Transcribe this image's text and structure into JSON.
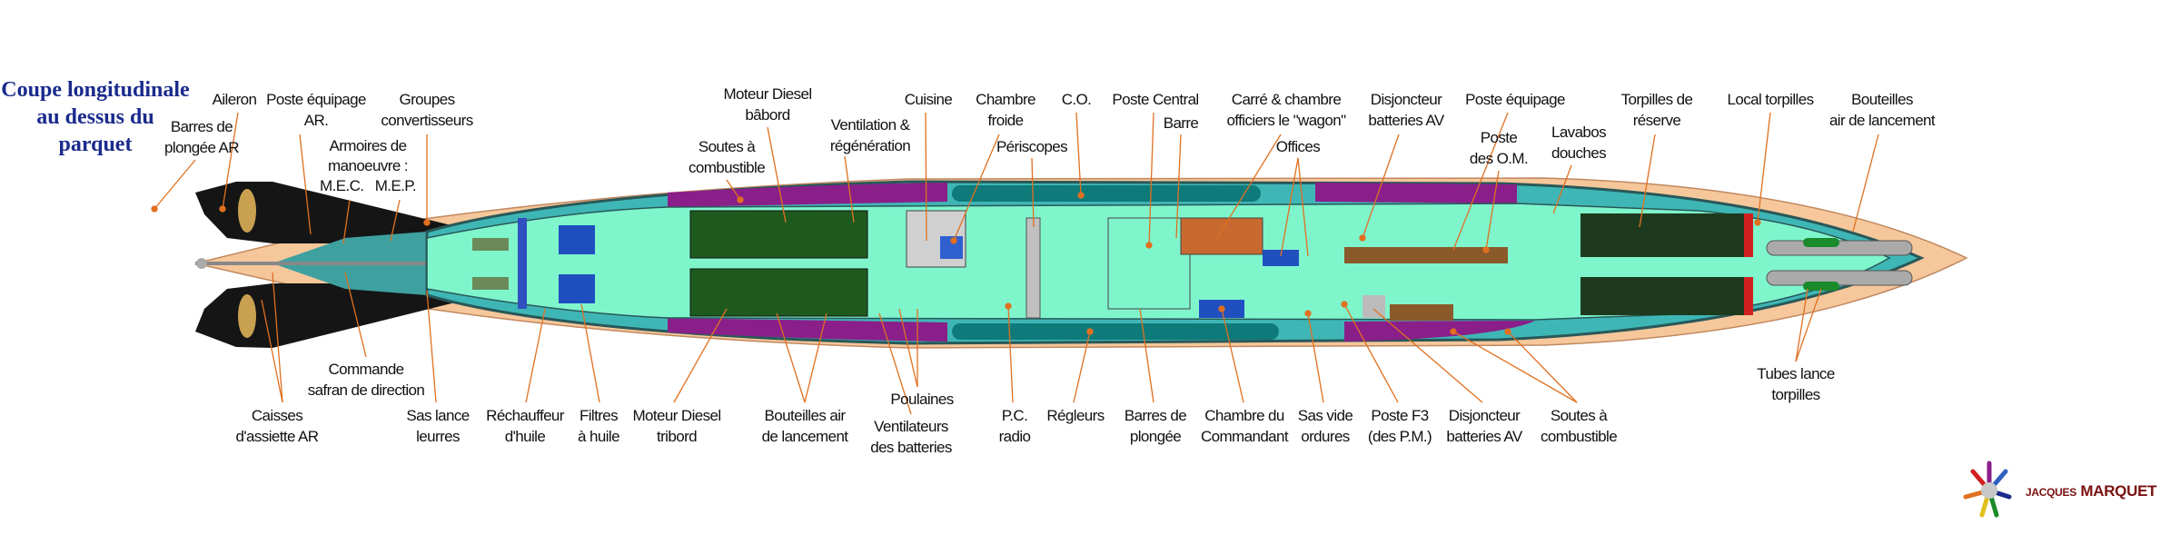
{
  "title": {
    "line1": "Coupe longitudinale",
    "line2": "au dessus du",
    "line3": "parquet"
  },
  "top_labels": [
    {
      "l1": "Barres de",
      "l2": "plongée AR"
    },
    {
      "l1": "Aileron",
      "l2": ""
    },
    {
      "l1": "Poste équipage",
      "l2": "AR."
    },
    {
      "l1": "Armoires de",
      "l2": "manoeuvre :",
      "l3": "M.E.C.   M.E.P."
    },
    {
      "l1": "Groupes",
      "l2": "convertisseurs"
    },
    {
      "l1": "Soutes à",
      "l2": "combustible"
    },
    {
      "l1": "Moteur Diesel",
      "l2": "bâbord"
    },
    {
      "l1": "Ventilation &",
      "l2": "régénération"
    },
    {
      "l1": "Cuisine",
      "l2": ""
    },
    {
      "l1": "Chambre",
      "l2": "froide"
    },
    {
      "l1": "Périscopes",
      "l2": ""
    },
    {
      "l1": "C.O.",
      "l2": ""
    },
    {
      "l1": "Poste Central",
      "l2": ""
    },
    {
      "l1": "Barre",
      "l2": ""
    },
    {
      "l1": "Carré & chambre",
      "l2": "officiers le \"wagon\""
    },
    {
      "l1": "Offices",
      "l2": ""
    },
    {
      "l1": "Disjoncteur",
      "l2": "batteries AV"
    },
    {
      "l1": "Poste équipage",
      "l2": ""
    },
    {
      "l1": "Poste",
      "l2": "des O.M."
    },
    {
      "l1": "Lavabos",
      "l2": "douches"
    },
    {
      "l1": "Torpilles de",
      "l2": "réserve"
    },
    {
      "l1": "Local torpilles",
      "l2": ""
    },
    {
      "l1": "Bouteilles",
      "l2": "air de lancement"
    }
  ],
  "bottom_labels": [
    {
      "l1": "Commande",
      "l2": "safran de direction"
    },
    {
      "l1": "Caisses",
      "l2": "d'assiette AR"
    },
    {
      "l1": "Sas lance",
      "l2": "leurres"
    },
    {
      "l1": "Réchauffeur",
      "l2": "d'huile"
    },
    {
      "l1": "Filtres",
      "l2": "à huile"
    },
    {
      "l1": "Moteur Diesel",
      "l2": "tribord"
    },
    {
      "l1": "Bouteilles air",
      "l2": "de lancement"
    },
    {
      "l1": "Poulaines",
      "l2": ""
    },
    {
      "l1": "Ventilateurs",
      "l2": "des batteries"
    },
    {
      "l1": "P.C.",
      "l2": "radio"
    },
    {
      "l1": "Régleurs",
      "l2": ""
    },
    {
      "l1": "Barres de",
      "l2": "plongée"
    },
    {
      "l1": "Chambre du",
      "l2": "Commandant"
    },
    {
      "l1": "Sas vide",
      "l2": "ordures"
    },
    {
      "l1": "Poste F3",
      "l2": "(des P.M.)"
    },
    {
      "l1": "Disjoncteur",
      "l2": "batteries AV"
    },
    {
      "l1": "Soutes à",
      "l2": "combustible"
    },
    {
      "l1": "Tubes lance",
      "l2": "torpilles"
    }
  ],
  "logo": {
    "first": "Jacques",
    "last": "MARQUET"
  },
  "colors": {
    "casing": "#f6c79b",
    "interior": "#7ff5cc",
    "ballast": "#8a1f8a",
    "tank": "#3fb6b6",
    "leader": "#e07020",
    "title": "#1a2a8c"
  }
}
